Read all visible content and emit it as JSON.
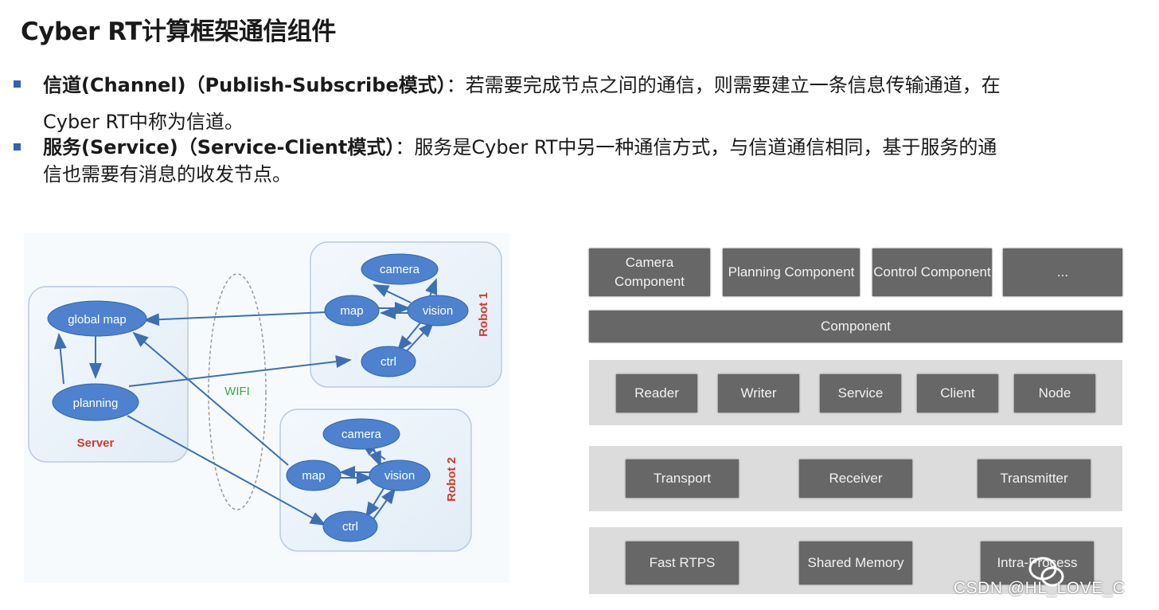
{
  "title": "Cyber RT计算框架通信组件",
  "bullets": [
    {
      "head": "信道(Channel)（Publish-Subscribe模式）",
      "body": "：若需要完成节点之间的通信，则需要建立一条信息传输通道，在",
      "body2": "Cyber RT中称为信道。"
    },
    {
      "head": "服务(Service)（Service-Client模式）",
      "body": "：服务是Cyber RT中另一种通信方式，与信道通信相同，基于服务的通",
      "body2": "信也需要有消息的收发节点。"
    }
  ],
  "network": {
    "nodes": {
      "global_map": "global map",
      "planning": "planning",
      "r1_camera": "camera",
      "r1_map": "map",
      "r1_vision": "vision",
      "r1_ctrl": "ctrl",
      "r2_camera": "camera",
      "r2_map": "map",
      "r2_vision": "vision",
      "r2_ctrl": "ctrl"
    },
    "server_label": "Server",
    "robot1_label": "Robot 1",
    "robot2_label": "Robot 2",
    "wifi_label": "WIFI"
  },
  "stack": {
    "top_components": [
      "Camera Component",
      "Planning Component",
      "Control Component",
      "..."
    ],
    "component": "Component",
    "layer1": [
      "Reader",
      "Writer",
      "Service",
      "Client",
      "Node"
    ],
    "layer2": [
      "Transport",
      "Receiver",
      "Transmitter"
    ],
    "layer3": [
      "Fast RTPS",
      "Shared Memory",
      "Intra-Process"
    ]
  },
  "watermark": "CSDN @HL_LOVE_C",
  "colors": {
    "node": "#4e82cf",
    "box": "#676767",
    "band": "#dcdcdc",
    "bullet": "#2e63b8",
    "red": "#d23a2a",
    "green": "#3aa845"
  }
}
